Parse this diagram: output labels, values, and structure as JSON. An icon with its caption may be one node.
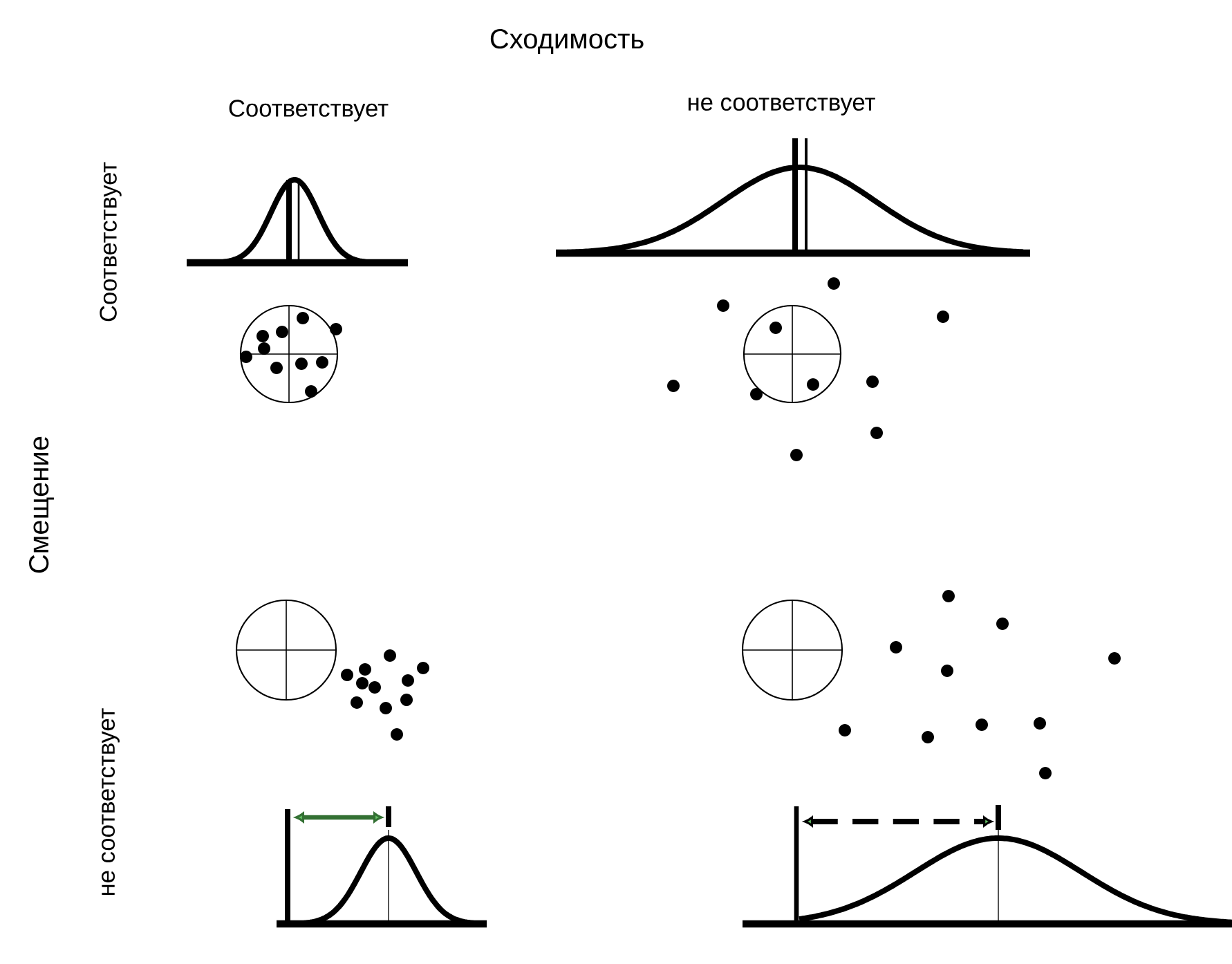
{
  "diagram": {
    "title": "Сходимость",
    "labels": [
      "Соответствует",
      "не соответствует",
      "Смещение",
      "Соответствует",
      "не соответствует"
    ]
  }
}
